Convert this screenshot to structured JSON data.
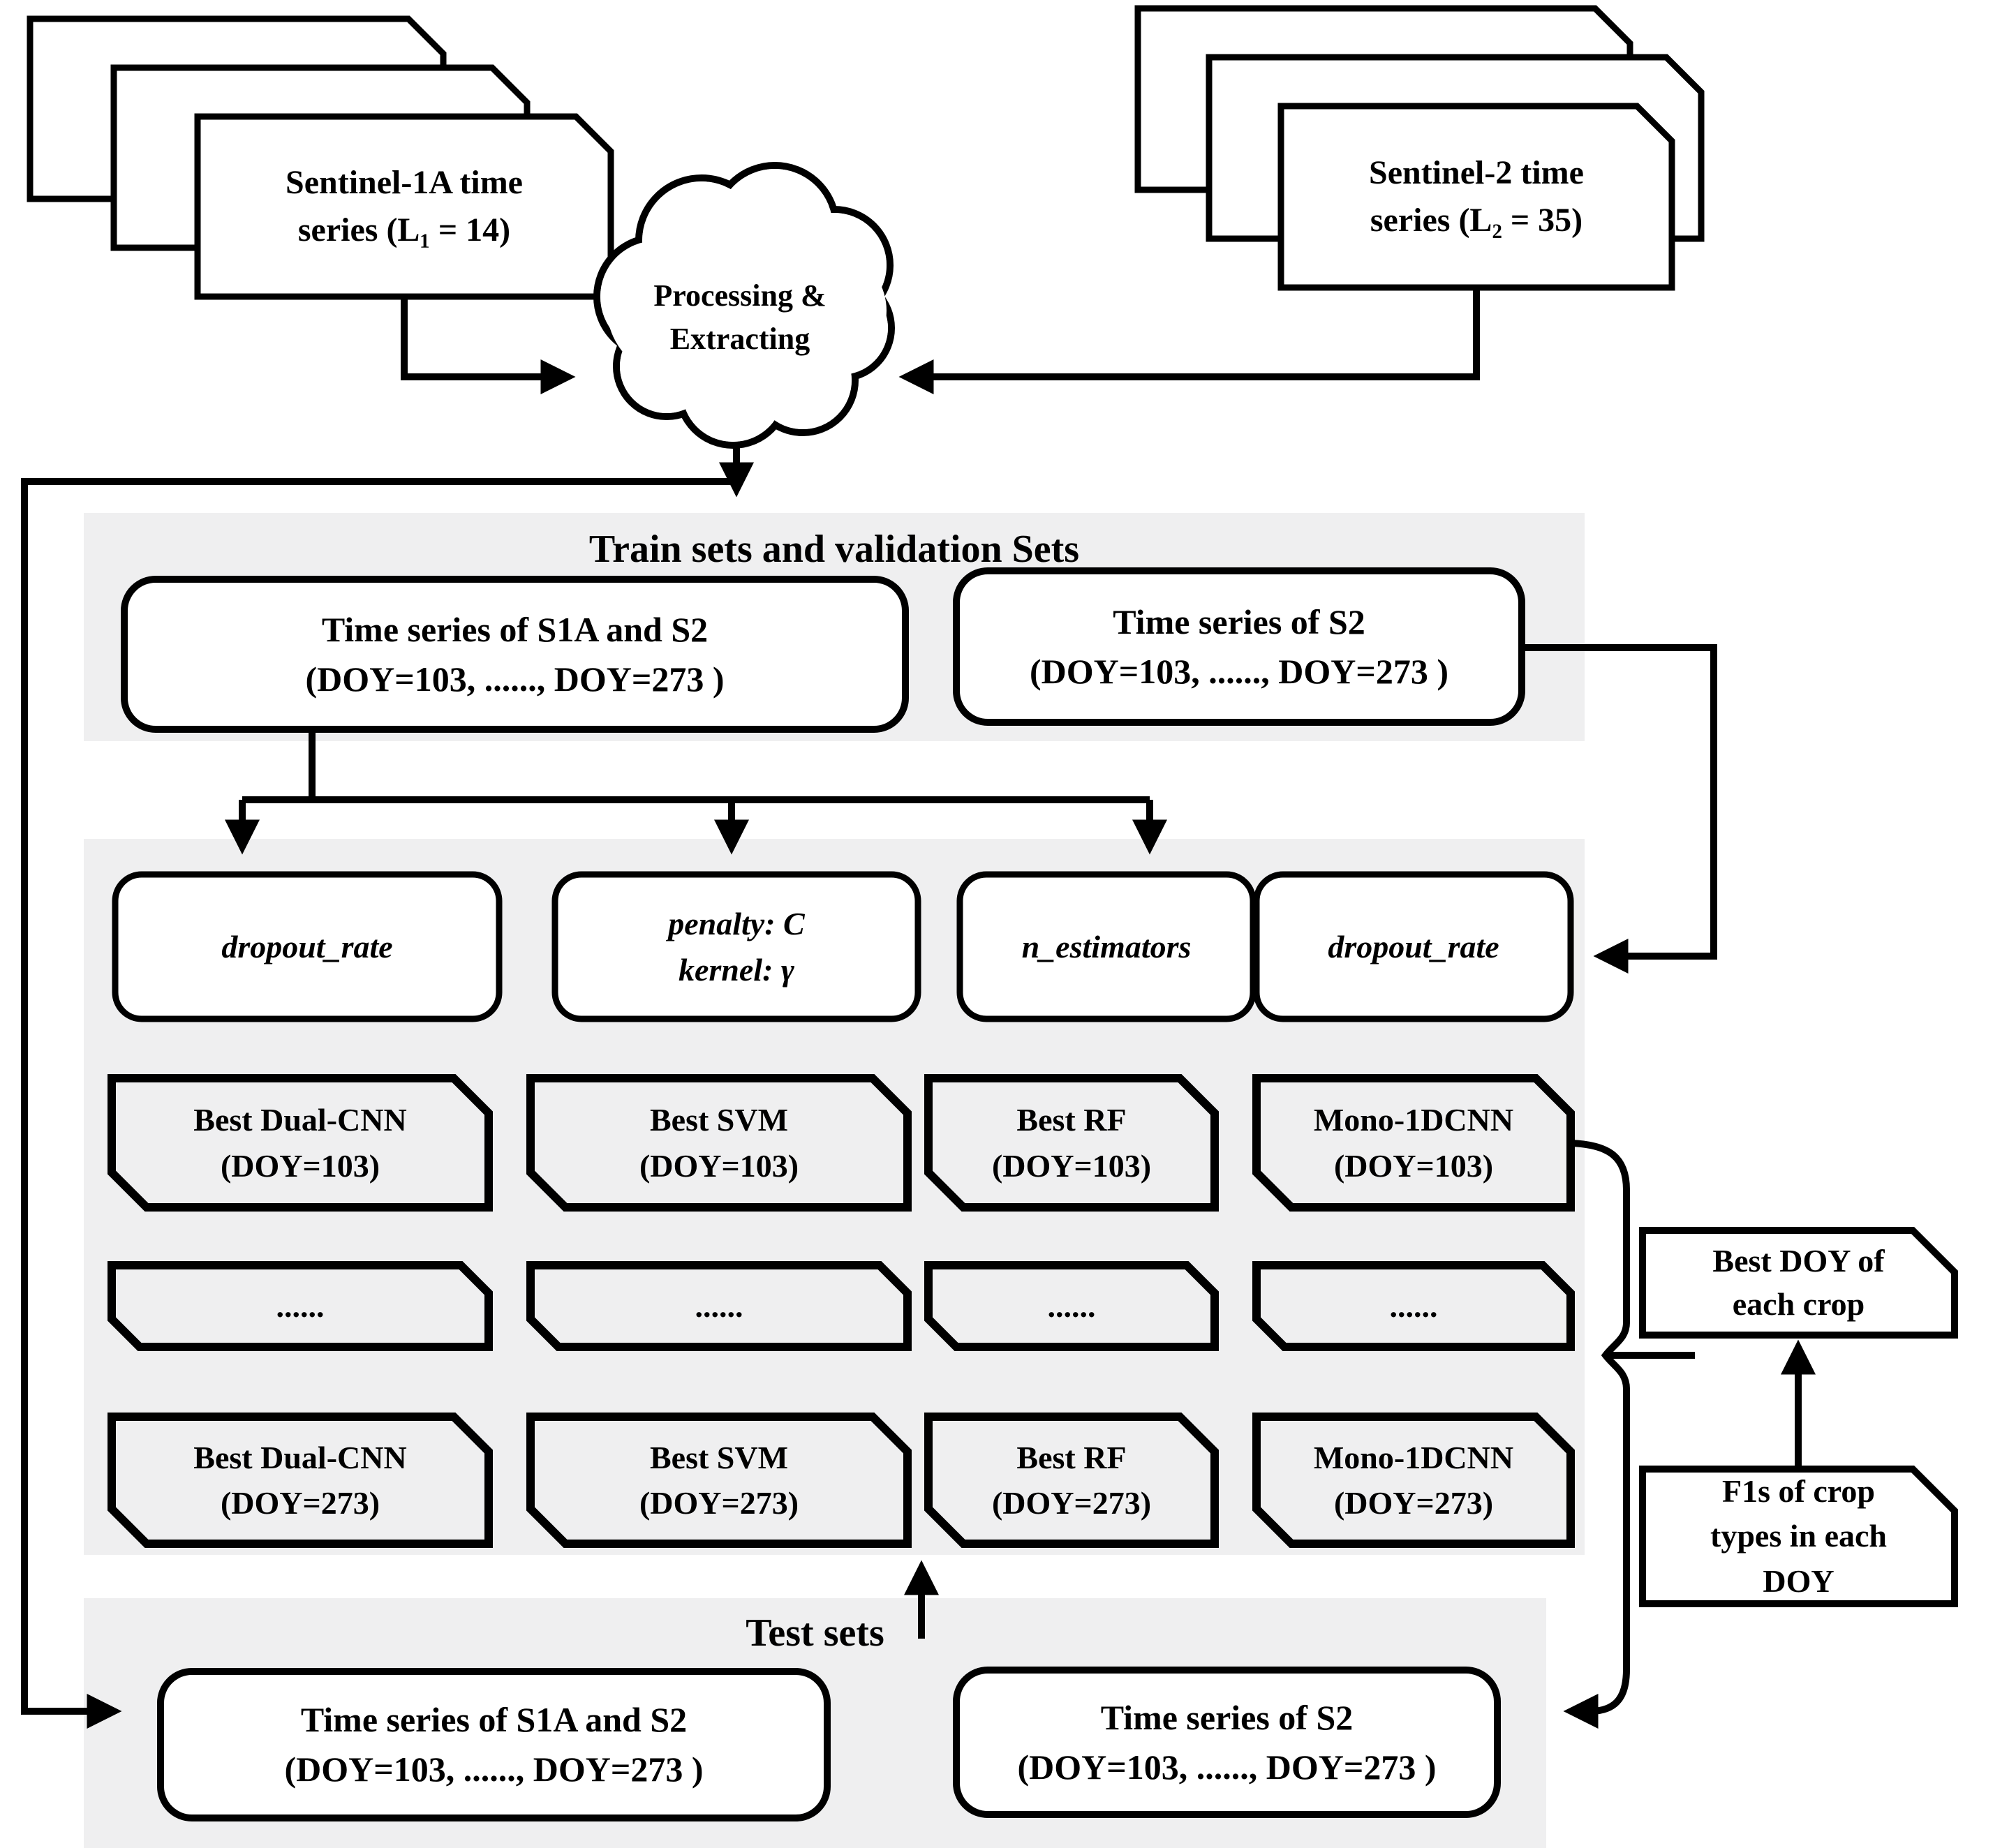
{
  "figure": {
    "sources": {
      "s1a": {
        "line1": "Sentinel-1A time",
        "line2": "series (L₁ = 14)"
      },
      "s2": {
        "line1": "Sentinel-2 time",
        "line2": "series (L₂ = 35)"
      }
    },
    "cloud": {
      "line1": "Processing &",
      "line2": "Extracting"
    },
    "train": {
      "title": "Train sets and validation Sets",
      "box_s1a_s2": {
        "line1": "Time series of S1A and S2",
        "line2": "(DOY=103, ......, DOY=273 )"
      },
      "box_s2": {
        "line1": "Time series of S2",
        "line2": "(DOY=103, ......, DOY=273 )"
      }
    },
    "params": {
      "dropout_rate_left": "dropout_rate",
      "svm_line1": "penalty: C",
      "svm_line2": "kernel: γ",
      "n_estimators": "n_estimators",
      "dropout_rate_right": "dropout_rate"
    },
    "models": {
      "row_doy103": [
        {
          "line1": "Best Dual-CNN",
          "line2": "(DOY=103)"
        },
        {
          "line1": "Best SVM",
          "line2": "(DOY=103)"
        },
        {
          "line1": "Best RF",
          "line2": "(DOY=103)"
        },
        {
          "line1": "Mono-1DCNN",
          "line2": "(DOY=103)"
        }
      ],
      "row_dots": [
        "......",
        "......",
        "......",
        "......"
      ],
      "row_doy273": [
        {
          "line1": "Best Dual-CNN",
          "line2": "(DOY=273)"
        },
        {
          "line1": "Best SVM",
          "line2": "(DOY=273)"
        },
        {
          "line1": "Best RF",
          "line2": "(DOY=273)"
        },
        {
          "line1": "Mono-1DCNN",
          "line2": "(DOY=273)"
        }
      ]
    },
    "results": {
      "best_doy": {
        "line1": "Best DOY of",
        "line2": "each crop"
      },
      "f1s": {
        "line1": "F1s of  crop",
        "line2": "types in each",
        "line3": "DOY"
      }
    },
    "test": {
      "title": "Test sets",
      "box_s1a_s2": {
        "line1": "Time series of S1A and S2",
        "line2": "(DOY=103, ......, DOY=273 )"
      },
      "box_s2": {
        "line1": "Time series of S2",
        "line2": "(DOY=103, ......, DOY=273 )"
      }
    }
  }
}
